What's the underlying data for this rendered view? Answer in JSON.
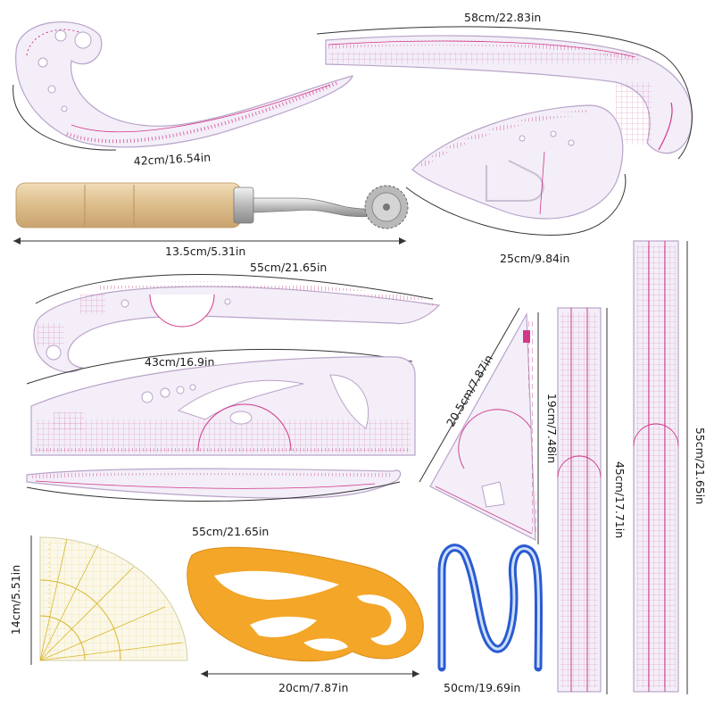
{
  "products": [
    {
      "id": "french-curve-42",
      "dimension_label": "42cm/16.54in"
    },
    {
      "id": "hip-curve-58",
      "dimension_label": "58cm/22.83in"
    },
    {
      "id": "tracing-wheel",
      "dimension_label": "13.5cm/5.31in"
    },
    {
      "id": "armhole-curve-25",
      "dimension_label": "25cm/9.84in"
    },
    {
      "id": "styling-curve-55",
      "dimension_label": "55cm/21.65in"
    },
    {
      "id": "vary-form-curve-43",
      "dimension_label": "43cm/16.9in"
    },
    {
      "id": "thin-curve-55",
      "dimension_label": "55cm/21.65in"
    },
    {
      "id": "triangle-ruler",
      "dimension_label_slant": "20.5cm/7.87in",
      "dimension_label_side": "19cm/7.48in"
    },
    {
      "id": "straight-ruler-45",
      "dimension_label": "45cm/17.71in"
    },
    {
      "id": "straight-ruler-55",
      "dimension_label": "55cm/21.65in"
    },
    {
      "id": "protractor",
      "dimension_label": "14cm/5.51in"
    },
    {
      "id": "orange-french-curve",
      "dimension_label": "20cm/7.87in"
    },
    {
      "id": "flexible-curve",
      "dimension_label": "50cm/19.69in"
    }
  ],
  "colors": {
    "ruler_fill": "#f4eef8",
    "ruler_edge": "#b9a3c9",
    "pink_marks": "#d2388a",
    "orange_curve": "#f3a21d",
    "blue_flex": "#2a5bd0",
    "wood": "#e3c79a",
    "yellow_marks": "#d9b62a"
  }
}
